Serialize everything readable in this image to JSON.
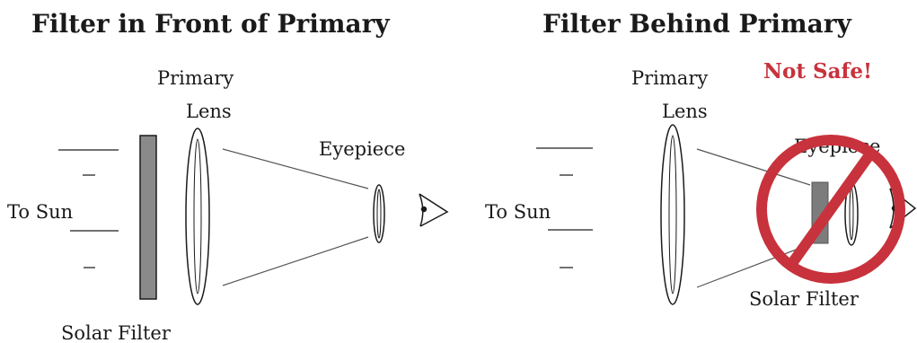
{
  "left_panel": {
    "title": "Filter in Front of Primary",
    "primary_lens_line1": "Primary",
    "primary_lens_line2": "Lens",
    "eyepiece_label": "Eyepiece",
    "to_sun_label": "To Sun",
    "solar_filter_label": "Solar Filter"
  },
  "right_panel": {
    "title": "Filter Behind Primary",
    "warning": "Not Safe!",
    "primary_lens_line1": "Primary",
    "primary_lens_line2": "Lens",
    "eyepiece_label": "Eyepiece",
    "to_sun_label": "To Sun",
    "solar_filter_label": "Solar Filter"
  },
  "colors": {
    "warning_red": "#c8323c",
    "filter_gray": "#8a8a8a",
    "line": "#1a1a1a"
  },
  "icons": [
    "eye-icon",
    "no-symbol-icon"
  ]
}
